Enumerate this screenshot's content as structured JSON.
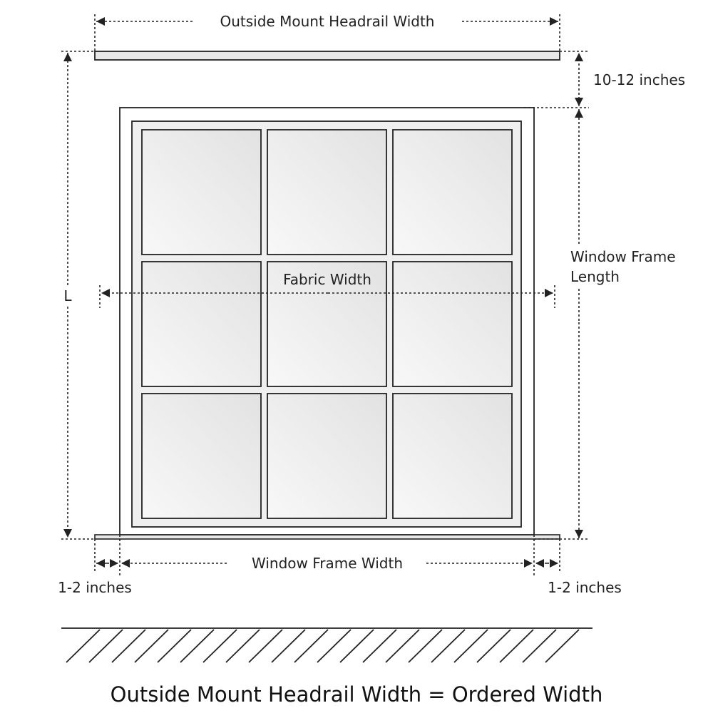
{
  "labels": {
    "headrail_width": "Outside Mount Headrail Width",
    "gap_top": "10-12 inches",
    "frame_length_line1": "Window Frame",
    "frame_length_line2": "Length",
    "length": "L",
    "fabric_width": "Fabric Width",
    "frame_width": "Window Frame Width",
    "overlap_left": "1-2 inches",
    "overlap_right": "1-2 inches",
    "caption": "Outside Mount Headrail Width = Ordered Width"
  },
  "colors": {
    "line": "#222222",
    "rail_fill": "#e8e8e8",
    "frame_fill": "#efefef"
  }
}
